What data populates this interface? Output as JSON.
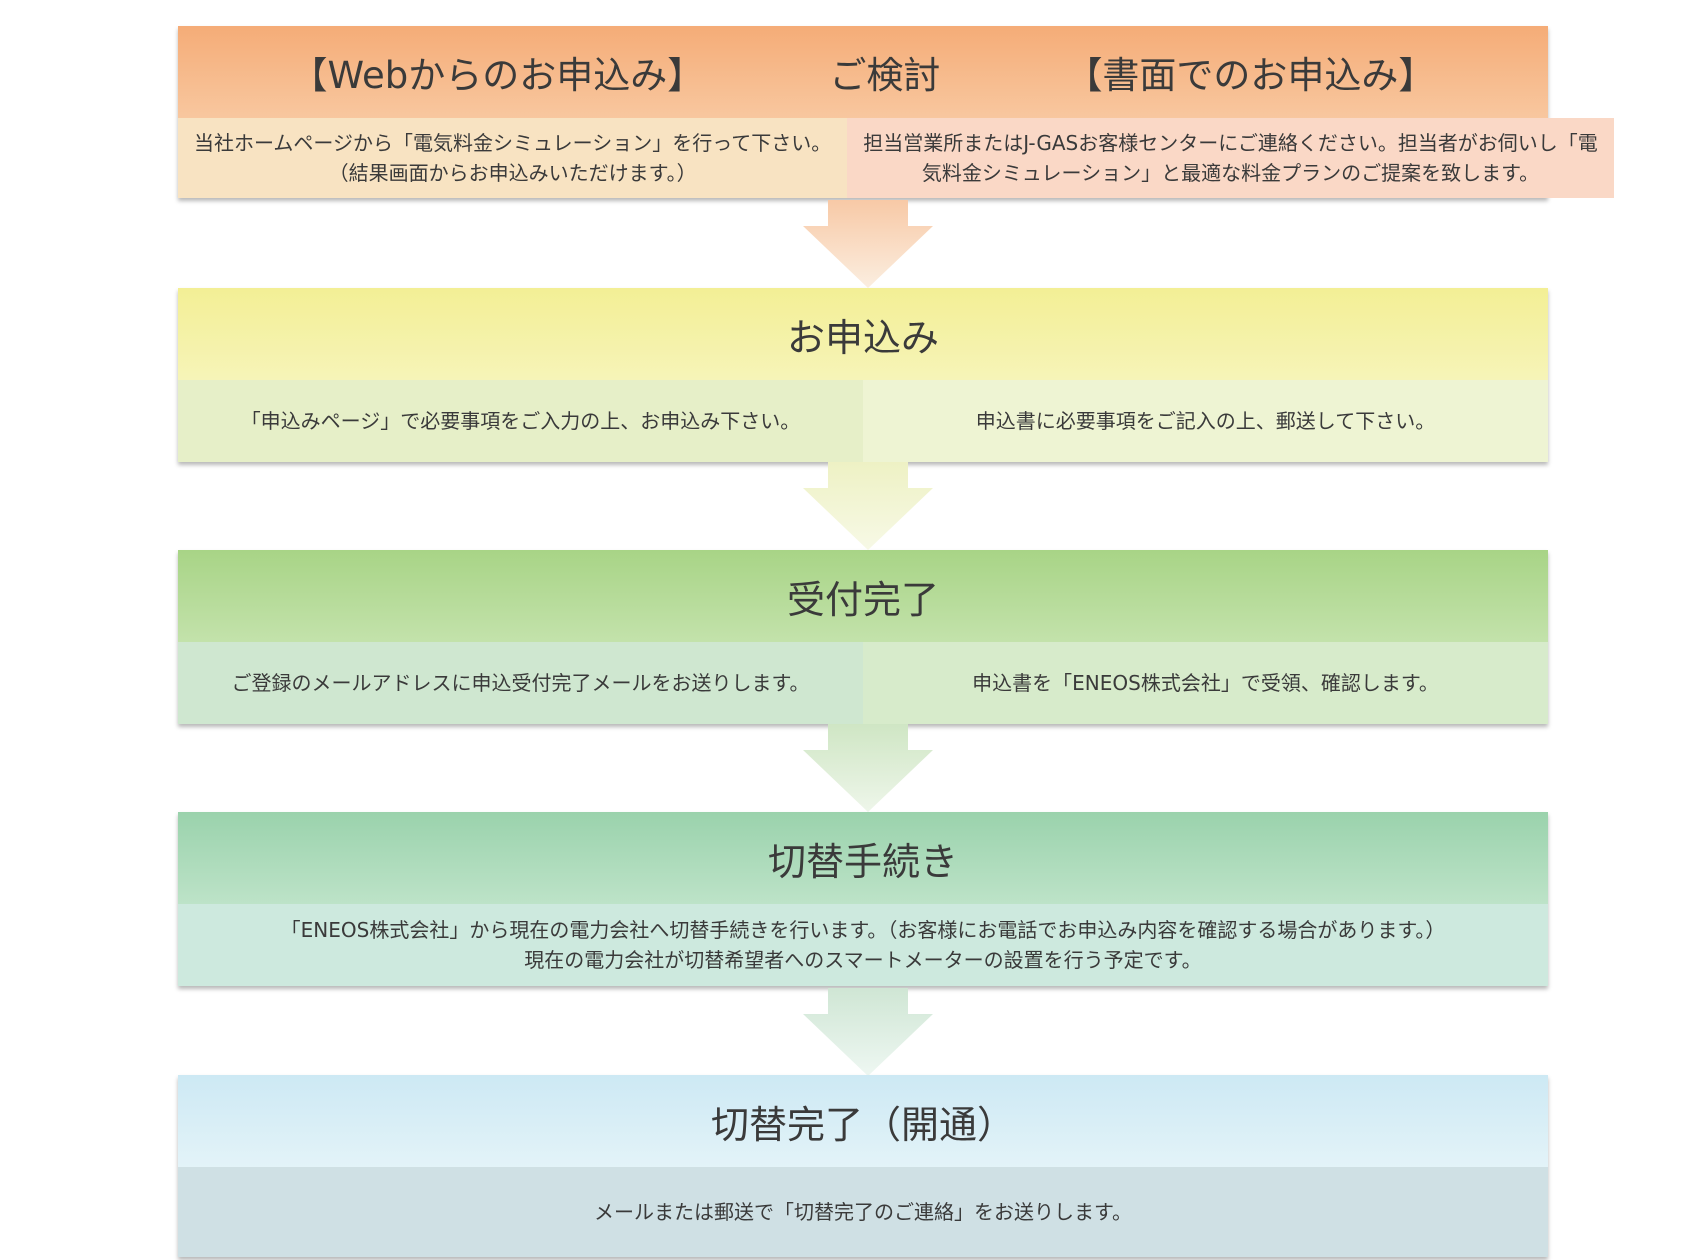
{
  "steps": [
    {
      "header_left": "【Webからのお申込み】",
      "header_center": "ご検討",
      "header_right": "【書面でのお申込み】",
      "left_lines": [
        "当社ホームページから「電気料金シミュレーション」を行って下さい。",
        "（結果画面からお申込みいただけます。）"
      ],
      "right_lines": [
        "担当営業所またはJ-GASお客様センターにご連絡ください。担当者がお伺いし「電",
        "気料金シミュレーション」と最適な料金プランのご提案を致します。"
      ]
    },
    {
      "header": "お申込み",
      "left": "「申込みページ」で必要事項をご入力の上、お申込み下さい。",
      "right": "申込書に必要事項をご記入の上、郵送して下さい。"
    },
    {
      "header": "受付完了",
      "left": "ご登録のメールアドレスに申込受付完了メールをお送りします。",
      "right": "申込書を「ENEOS株式会社」で受領、確認します。"
    },
    {
      "header": "切替手続き",
      "lines": [
        "「ENEOS株式会社」から現在の電力会社へ切替手続きを行います。（お客様にお電話でお申込み内容を確認する場合があります。）",
        "現在の電力会社が切替希望者へのスマートメーターの設置を行う予定です。"
      ]
    },
    {
      "header": "切替完了（開通）",
      "text": "メールまたは郵送で「切替完了のご連絡」をお送りします。"
    }
  ],
  "colors": {
    "step1": "#f5ac77",
    "step2": "#f3ef95",
    "step3": "#a8d486",
    "step4": "#9ad2ac",
    "step5": "#cde9f4"
  },
  "arrows": [
    "arrow-down-icon",
    "arrow-down-icon",
    "arrow-down-icon",
    "arrow-down-icon"
  ]
}
